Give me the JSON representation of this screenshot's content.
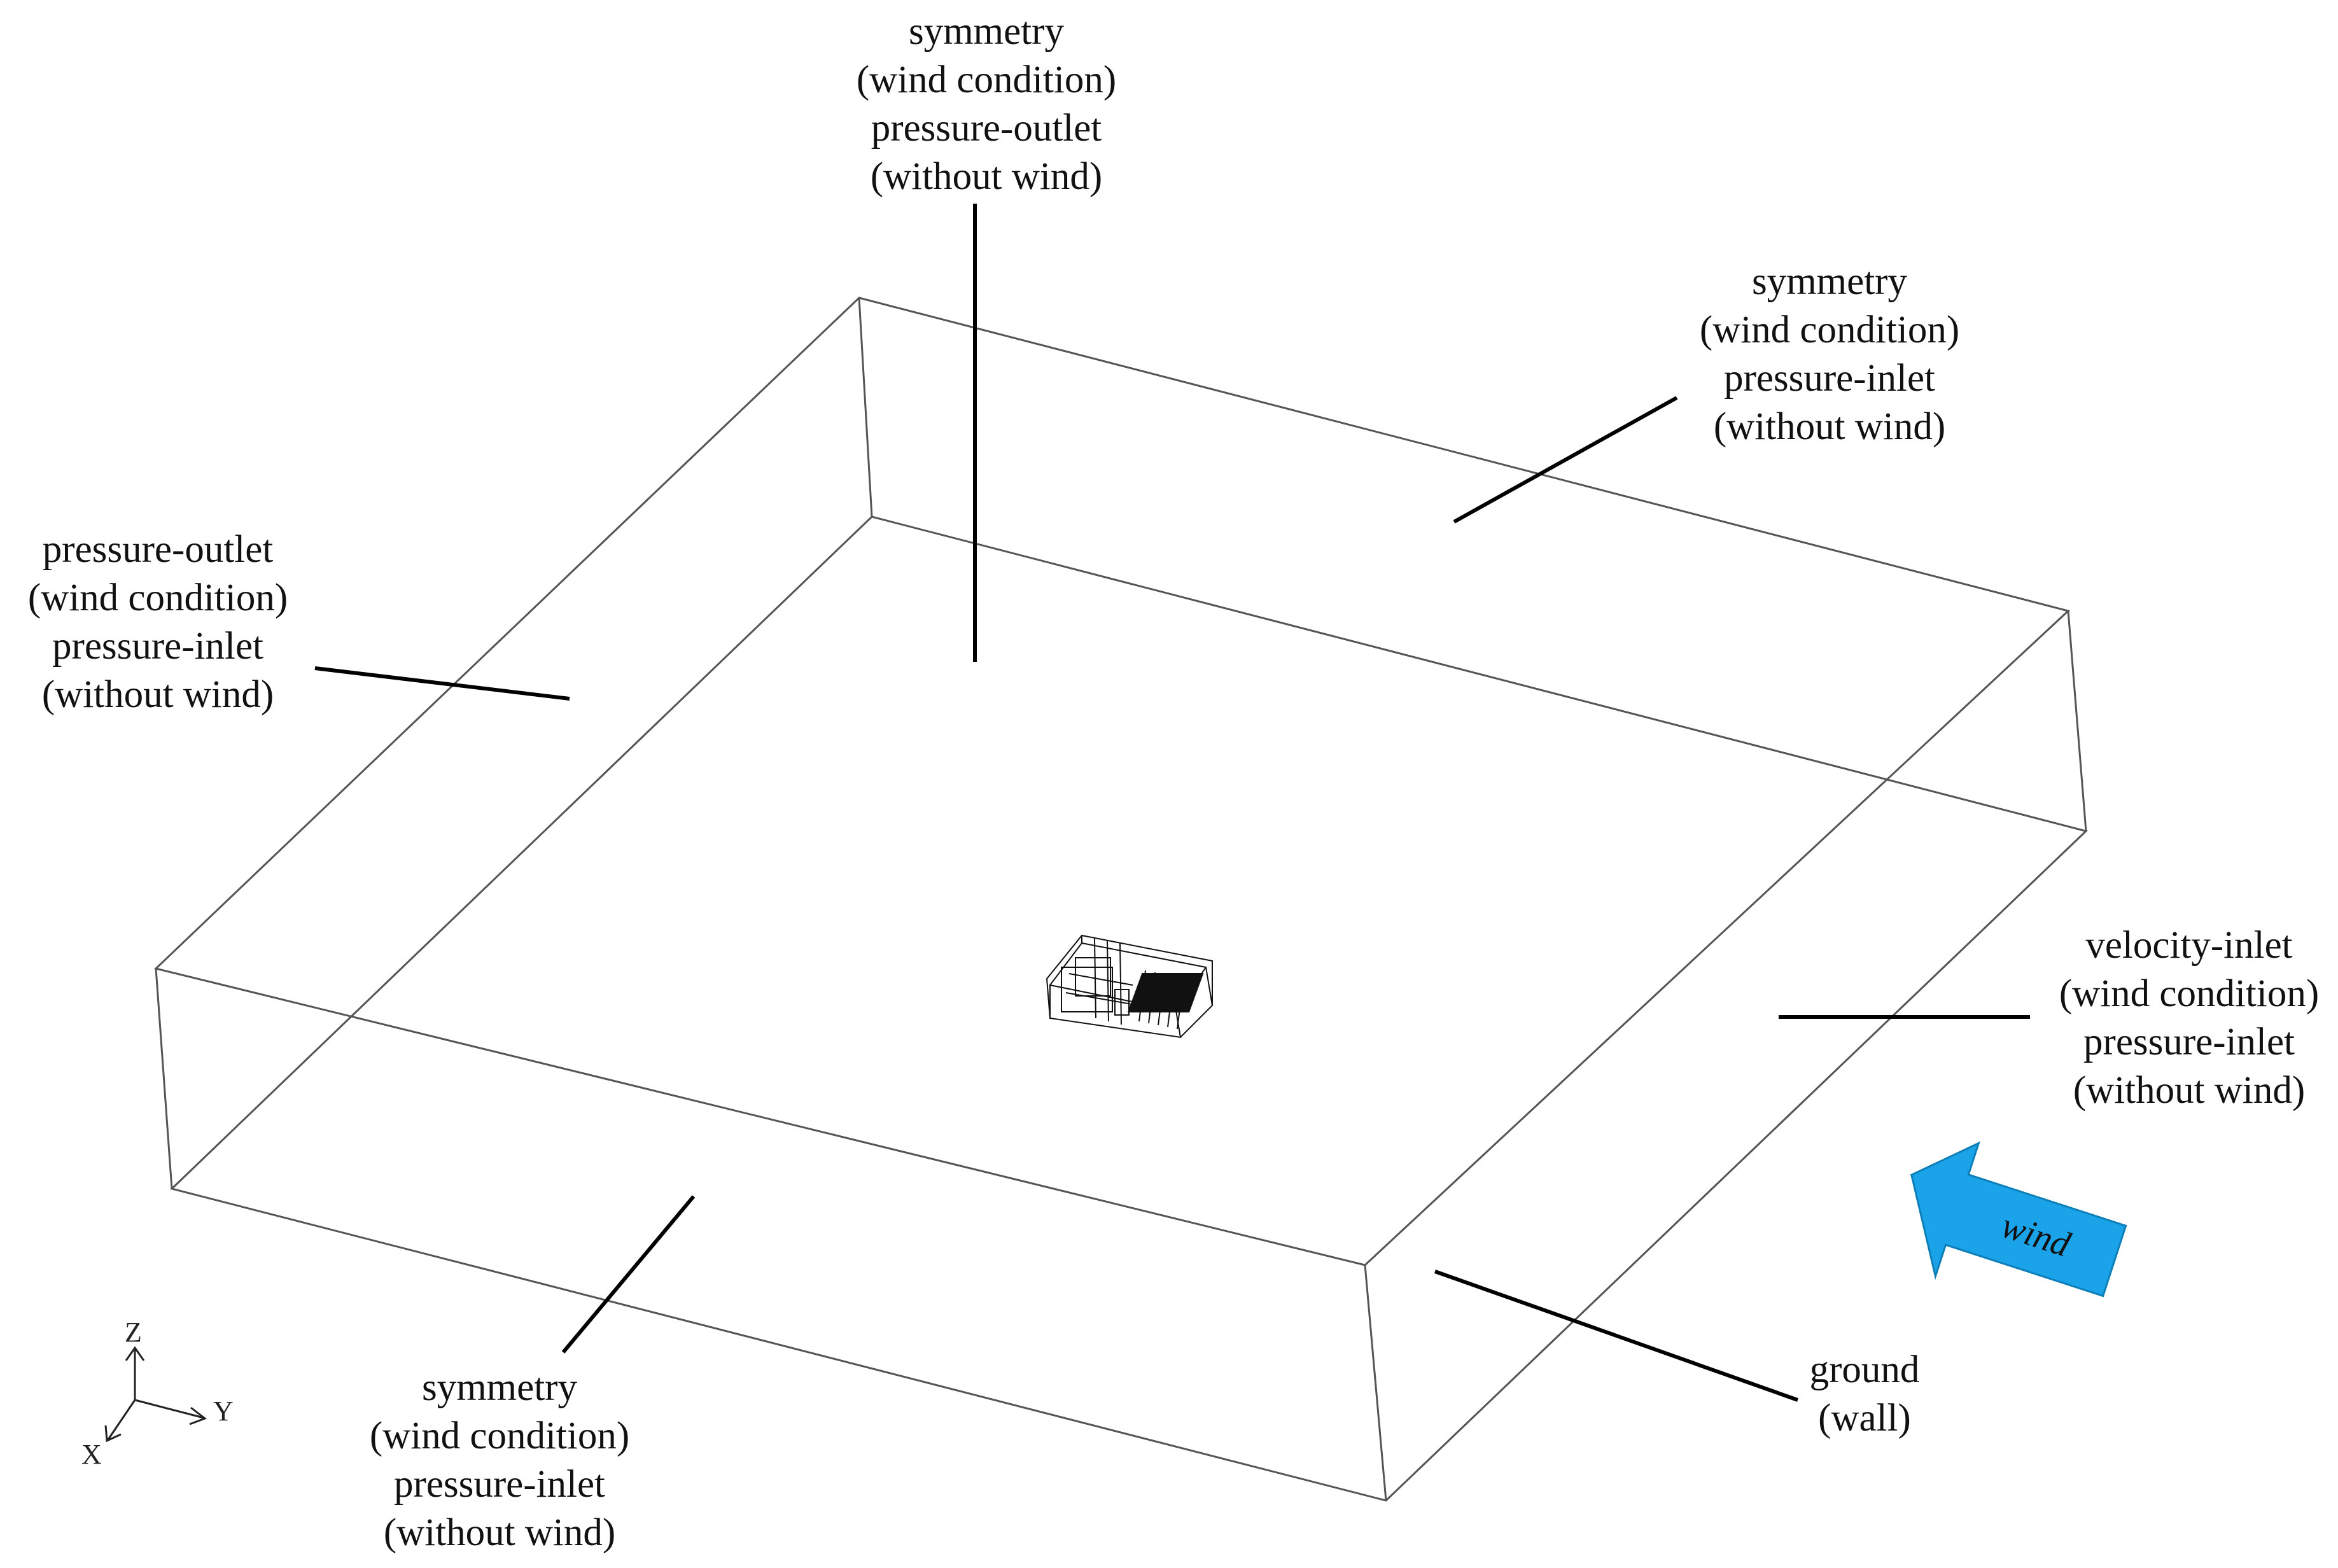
{
  "labels": {
    "top": [
      "symmetry",
      "(wind condition)",
      "pressure-outlet",
      "(without wind)"
    ],
    "top_right": [
      "symmetry",
      "(wind condition)",
      "pressure-inlet",
      "(without wind)"
    ],
    "left": [
      "pressure-outlet",
      "(wind condition)",
      "pressure-inlet",
      "(without wind)"
    ],
    "right": [
      "velocity-inlet",
      "(wind condition)",
      "pressure-inlet",
      "(without wind)"
    ],
    "bottom": [
      "symmetry",
      "(wind condition)",
      "pressure-inlet",
      "(without wind)"
    ],
    "ground": [
      "ground",
      "(wall)"
    ]
  },
  "axes": {
    "z": "Z",
    "y": "Y",
    "x": "X"
  },
  "wind": {
    "label": "wind",
    "color": "#1aa3e8"
  },
  "colors": {
    "box_line": "#555555",
    "leader_line": "#000000"
  }
}
